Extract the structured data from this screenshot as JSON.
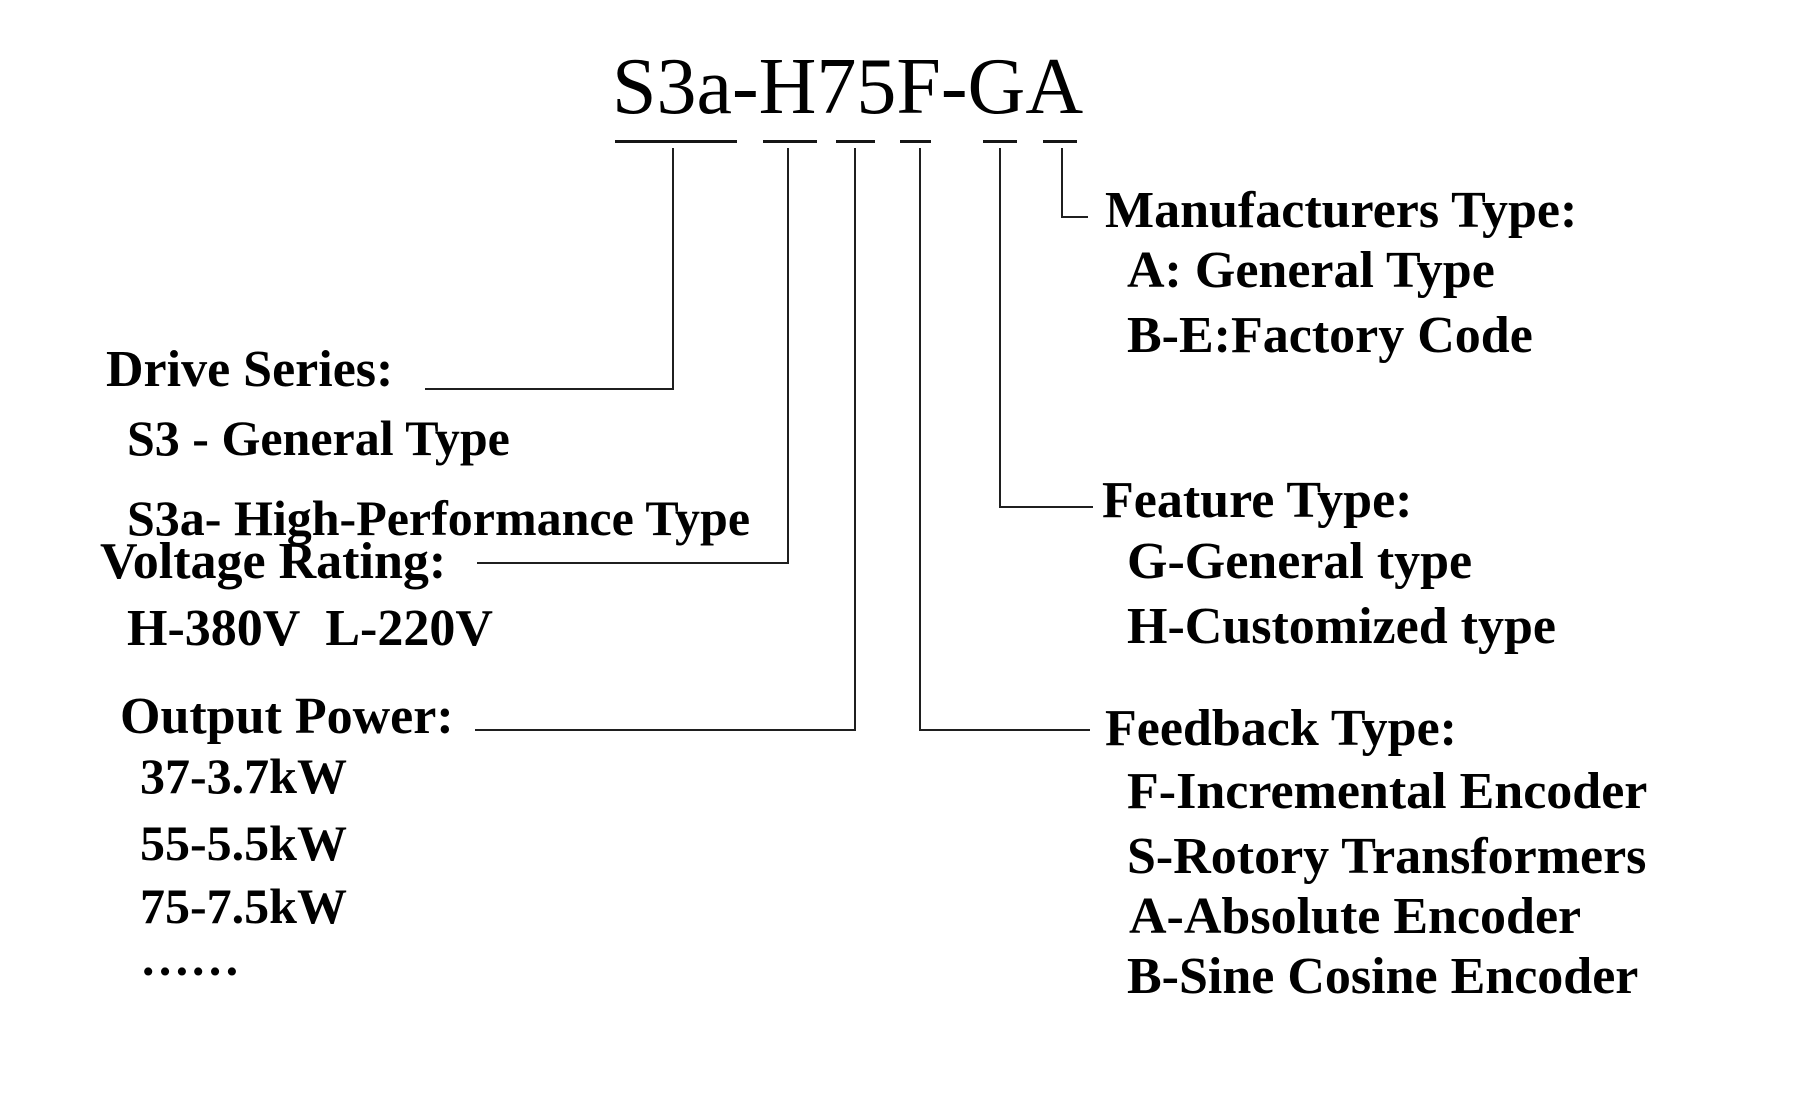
{
  "model_code": {
    "title": "S3a-H75F-GA",
    "segments": [
      "S3a",
      "H",
      "75",
      "F",
      "G",
      "A"
    ]
  },
  "left_column": [
    {
      "heading": "Drive Series:",
      "items": [
        "S3 - General Type",
        "S3a- High-Performance Type"
      ]
    },
    {
      "heading": "Voltage Rating:",
      "items": [
        "H-380V  L-220V"
      ]
    },
    {
      "heading": "Output Power:",
      "items": [
        "37-3.7kW",
        "55-5.5kW",
        "75-7.5kW",
        "……"
      ]
    }
  ],
  "right_column": [
    {
      "heading": "Manufacturers Type:",
      "items": [
        "A: General Type",
        "B-E:Factory Code"
      ]
    },
    {
      "heading": "Feature Type:",
      "items": [
        "G-General type",
        "H-Customized type"
      ]
    },
    {
      "heading": "Feedback Type:",
      "items": [
        "F-Incremental Encoder",
        "S-Rotory Transformers",
        "A-Absolute Encoder",
        "B-Sine Cosine Encoder"
      ]
    }
  ],
  "colors": {
    "background": "#ffffff",
    "text": "#000000",
    "line": "#1f1f1f"
  }
}
